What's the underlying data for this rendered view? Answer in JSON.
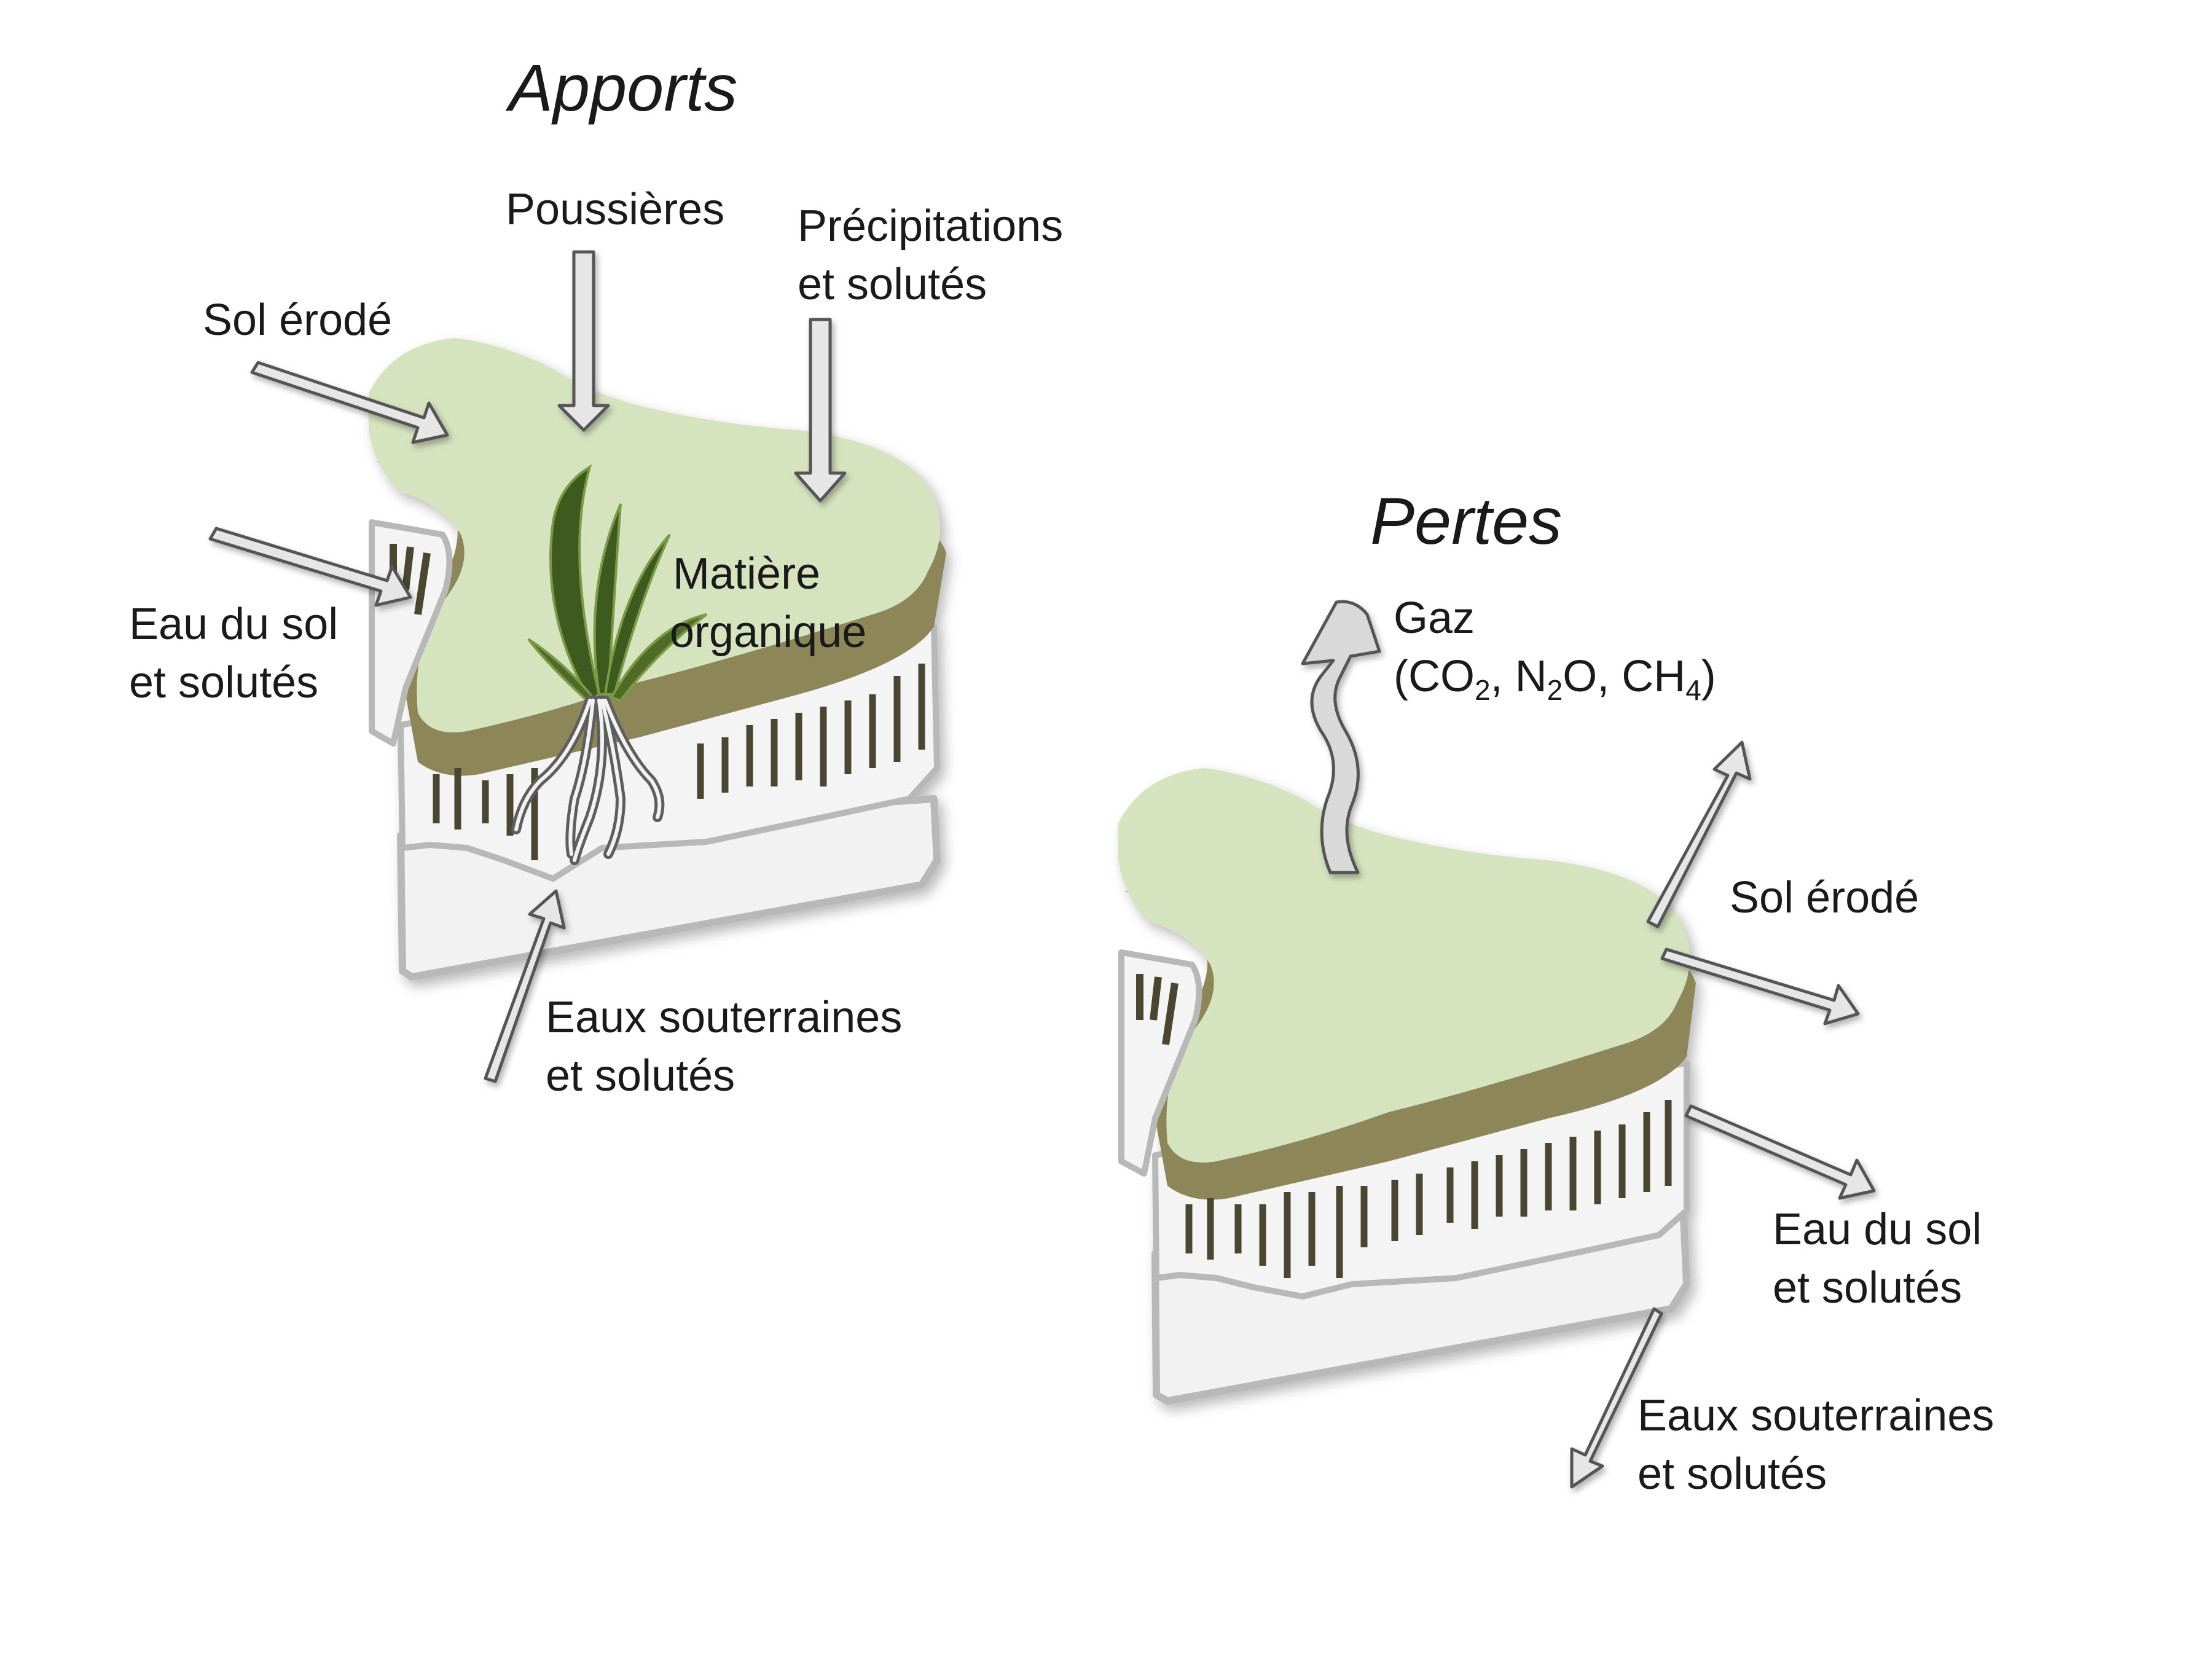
{
  "inputs": {
    "title": "Apports",
    "labels": {
      "dust": "Poussières",
      "precipitation_1": "Précipitations",
      "precipitation_2": "et solutés",
      "eroded_soil": "Sol érodé",
      "soil_water_1": "Eau du sol",
      "soil_water_2": "et solutés",
      "organic_matter_1": "Matière",
      "organic_matter_2": "organique",
      "groundwater_1": "Eaux souterraines",
      "groundwater_2": "et solutés"
    }
  },
  "losses": {
    "title": "Pertes",
    "labels": {
      "gas_1": "Gaz",
      "gas_2_open": "(CO",
      "gas_2_sub_co2": "2",
      "gas_2_mid1": ", N",
      "gas_2_sub_n2o": "2",
      "gas_2_mid2": "O, CH",
      "gas_2_sub_ch4": "4",
      "gas_2_close": ")",
      "eroded_soil": "Sol érodé",
      "soil_water_1": "Eau du sol",
      "soil_water_2": "et solutés",
      "groundwater_1": "Eaux souterraines",
      "groundwater_2": "et solutés"
    }
  },
  "colors": {
    "topsoil": "#d5e3bf",
    "subsoil_band": "#8d8658",
    "lower_layer": "#f2f2f2",
    "outline": "#b8b8b8",
    "streaks": "#4a4632",
    "arrow_fill": "#e6e6e6",
    "arrow_stroke": "#555555",
    "plant_dark": "#3f5a1f",
    "plant_light": "#6d8a3a",
    "roots": "#6e6e6e"
  }
}
